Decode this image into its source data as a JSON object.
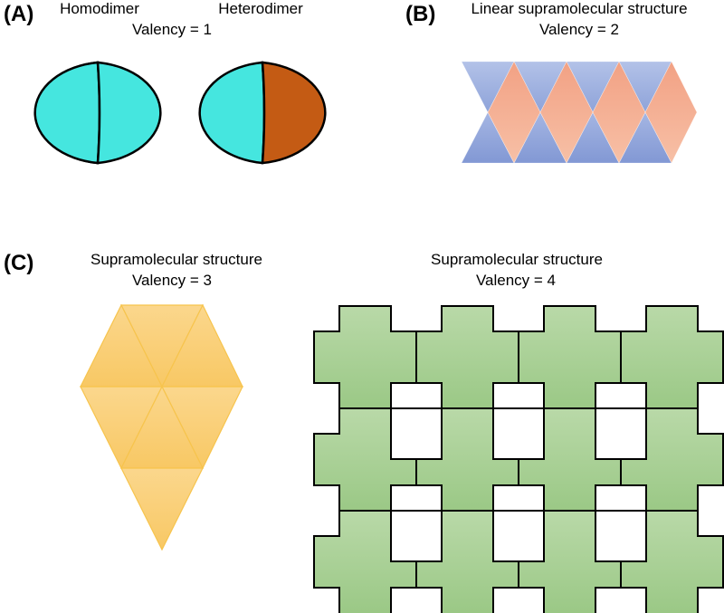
{
  "panel_a": {
    "letter": "(A)",
    "homodimer_label": "Homodimer",
    "heterodimer_label": "Heterodimer",
    "valency": "Valency = 1"
  },
  "panel_b": {
    "letter": "(B)",
    "title": "Linear supramolecular structure",
    "valency": "Valency = 2"
  },
  "panel_c": {
    "letter": "(C)",
    "left_title": "Supramolecular structure",
    "left_valency": "Valency = 3",
    "right_title": "Supramolecular structure",
    "right_valency": "Valency = 4"
  },
  "colors": {
    "cyan": "#45e6df",
    "brown": "#c45b14",
    "blue": "#8ea3d9",
    "salmon": "#f4ae91",
    "yellow": "#f9cb6c",
    "green": "#a4cc90"
  }
}
